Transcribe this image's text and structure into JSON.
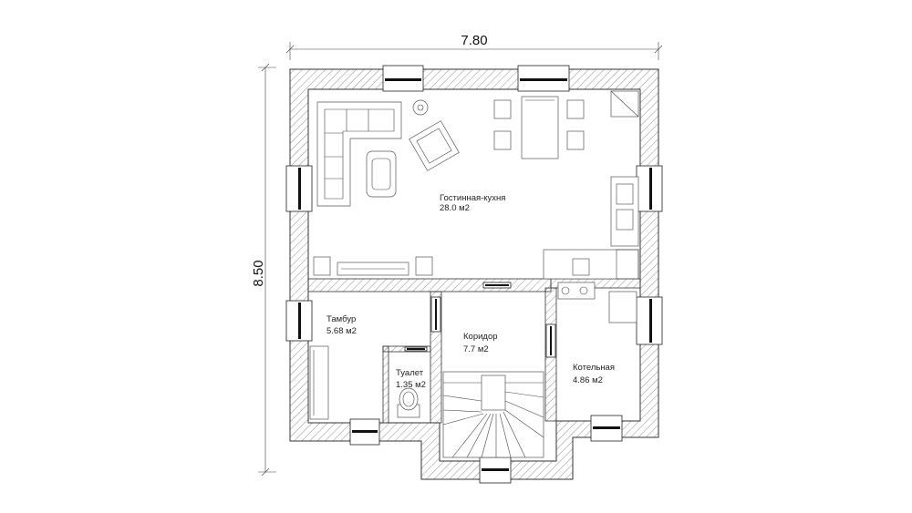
{
  "dimensions": {
    "width": "7.80",
    "height": "8.50"
  },
  "rooms": [
    {
      "name": "Гостинная-кухня",
      "area": "28.0 м2"
    },
    {
      "name": "Тамбур",
      "area": "5.68 м2"
    },
    {
      "name": "Коридор",
      "area": "7.7 м2"
    },
    {
      "name": "Туалет",
      "area": "1.35 м2"
    },
    {
      "name": "Котельная",
      "area": "4.86 м2"
    }
  ],
  "colors": {
    "wall_line": "#333333",
    "hatch": "#777777",
    "background": "#ffffff",
    "window_bar": "#111111"
  }
}
